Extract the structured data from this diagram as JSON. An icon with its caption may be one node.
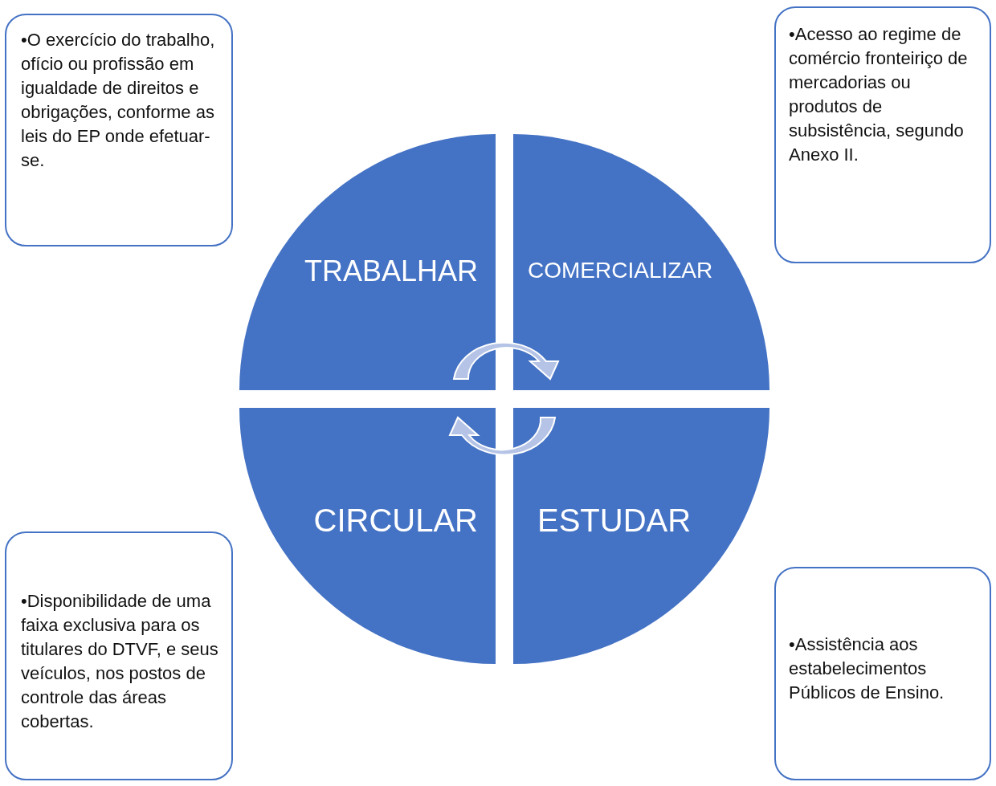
{
  "diagram": {
    "nodes": [
      {
        "text": [
          "•O exercício do trabalho, ofício ou profissão em igualdade de direitos e obrigações, conforme as leis do EP onde efetuar-se."
        ]
      },
      {
        "text": [
          "•Acesso ao regime de comércio fronteiriço de mercadorias ou produtos de subsistência, segundo Anexo II."
        ]
      },
      {
        "text": [
          "TRABALHAR"
        ]
      },
      {
        "text": [
          "COMERCIALIZAR"
        ]
      },
      {
        "text": [
          "CIRCULAR"
        ]
      },
      {
        "text": [
          "ESTUDAR"
        ]
      },
      {
        "text": [
          "•Disponibilidade de uma faixa exclusiva para os titulares do DTVF, e seus veículos, nos postos de controle das áreas cobertas."
        ]
      },
      {
        "text": [
          "•Assistência aos estabelecimentos Públicos de Ensino."
        ]
      }
    ]
  }
}
